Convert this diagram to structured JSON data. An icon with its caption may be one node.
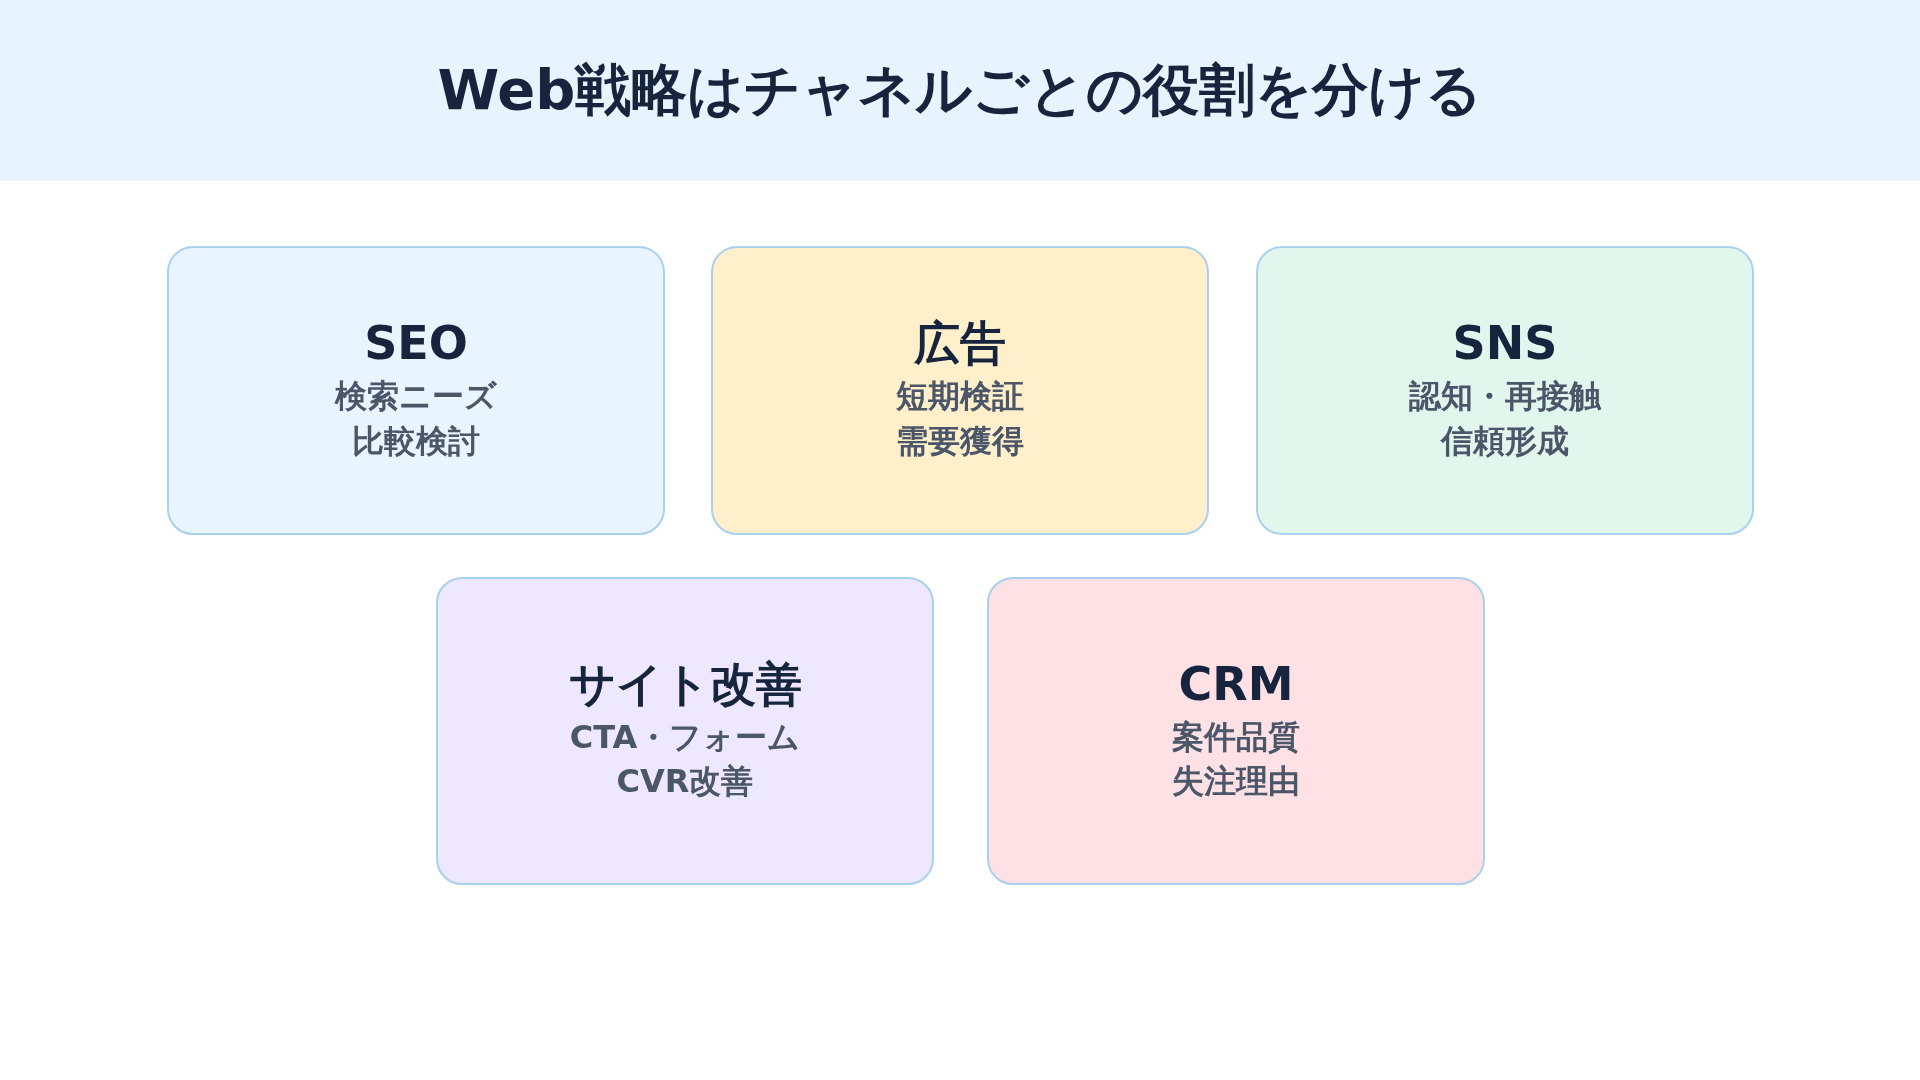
{
  "diagram": {
    "title": "Web戦略はチャネルごとの役割を分ける",
    "nodes": [
      {
        "text": [
          "SEO",
          "検索ニーズ",
          "比較検討"
        ]
      },
      {
        "text": [
          "広告",
          "短期検証",
          "需要獲得"
        ]
      },
      {
        "text": [
          "SNS",
          "認知・再接触",
          "信頼形成"
        ]
      },
      {
        "text": [
          "サイト改善",
          "CTA・フォーム",
          "CVR改善"
        ]
      },
      {
        "text": [
          "CRM",
          "案件品質",
          "失注理由"
        ]
      }
    ]
  }
}
